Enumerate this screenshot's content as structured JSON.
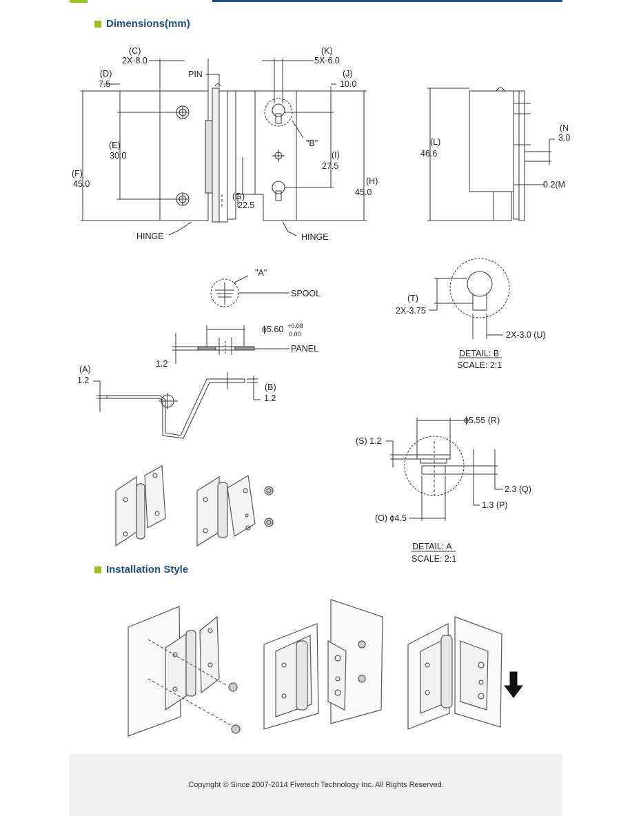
{
  "header": {
    "dimensions_title": "Dimensions(mm)",
    "installation_title": "Installation Style"
  },
  "drawing": {
    "front": {
      "c_label": "(C)",
      "c_value": "2X-8.0",
      "k_label": "(K)",
      "k_value": "5X-6.0",
      "d_label": "(D)",
      "d_value": "7.5",
      "j_label": "(J)",
      "j_value": "10.0",
      "pin": "PIN",
      "e_label": "(E)",
      "e_value": "30.0",
      "f_label": "(F)",
      "f_value": "45.0",
      "b_callout": "\"B\"",
      "i_label": "(I)",
      "i_value": "27.5",
      "h_label": "(H)",
      "h_value": "45.0",
      "g_label": "(G)",
      "g_value": "22.5",
      "hinge_left": "HINGE",
      "hinge_right": "HINGE"
    },
    "side": {
      "l_label": "(L)",
      "l_value": "46.6",
      "n_label": "(N",
      "n_value": "3.0",
      "m_value": "0.2(M"
    },
    "spool": {
      "a_callout": "\"A\"",
      "spool_label": "SPOOL",
      "dia_value": "ϕ5.60",
      "tol_upper": "+0.08",
      "tol_lower": "0.00",
      "panel_label": "PANEL",
      "thk_value": "1.2"
    },
    "bend": {
      "a_label": "(A)",
      "a_value": "1.2",
      "b_label": "(B)",
      "b_value": "1.2"
    },
    "detail_b": {
      "t_label": "(T)",
      "t_value": "2X-3.75",
      "u_value": "2X-3.0 (U)",
      "title": "DETAIL: B",
      "scale": "SCALE: 2:1"
    },
    "detail_a": {
      "r_value": "ϕ5.55 (R)",
      "s_value": "(S) 1.2",
      "q_value": "2.3 (Q)",
      "p_value": "1.3 (P)",
      "o_value": "(O) ϕ4.5",
      "title": "DETAIL: A",
      "scale": "SCALE: 2:1"
    }
  },
  "footer": {
    "copyright": "Copyright © Since 2007-2014 Fivetech Technology Inc. All Rights Reserved."
  },
  "colors": {
    "accent_green": "#9cc31a",
    "accent_blue": "#1f4e8c",
    "footer_bg": "#f0f0f0"
  }
}
